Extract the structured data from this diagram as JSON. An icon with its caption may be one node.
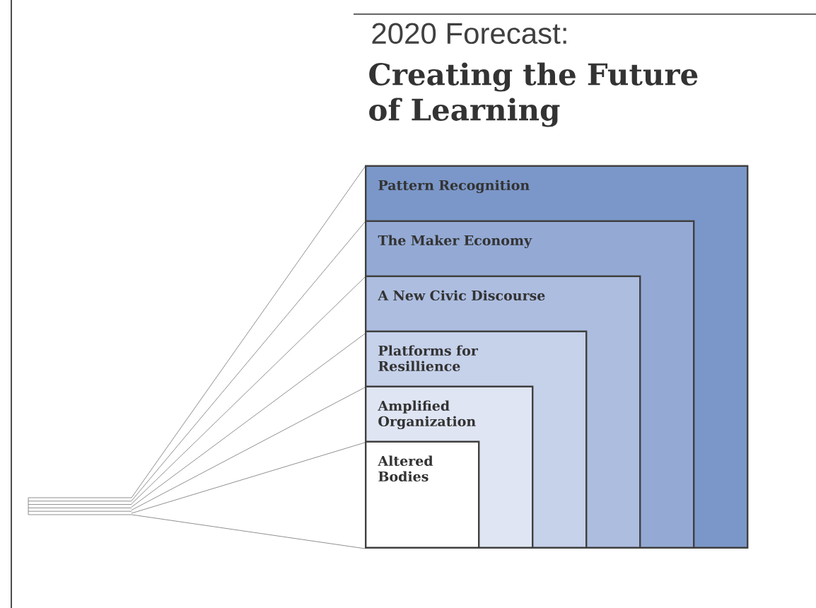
{
  "diagram": {
    "title": "2020 Forecast:",
    "nodes": [
      {
        "text": [
          "Pattern Recognition"
        ]
      },
      {
        "text": [
          "The Maker Economy"
        ],
        "in": 0
      },
      {
        "text": [
          "A New Civic Discourse"
        ],
        "in": 1
      },
      {
        "text": [
          "Platforms for Resillience"
        ],
        "in": 2
      },
      {
        "text": [
          "Amplified Organization"
        ],
        "in": 3
      },
      {
        "text": [
          "Altered Bodies"
        ],
        "in": 4
      }
    ],
    "labels": [
      "Creating the Future of Learning"
    ]
  }
}
